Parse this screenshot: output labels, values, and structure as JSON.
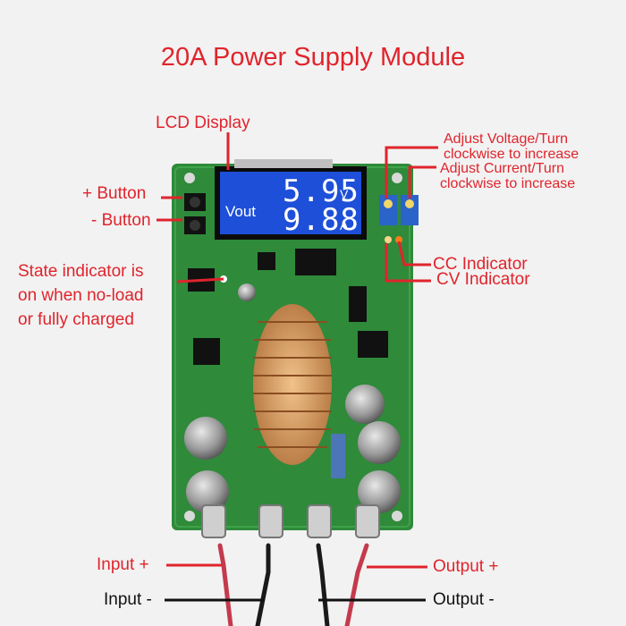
{
  "title": "20A Power Supply Module",
  "lcd": {
    "label_vout": "Vout",
    "voltage": "5.95",
    "voltage_unit": "V",
    "current": "9.88",
    "current_unit": "A"
  },
  "labels": {
    "lcd_display": "LCD Display",
    "plus_button": "+ Button",
    "minus_button": "- Button",
    "state_indicator": [
      "State indicator is",
      "on when no-load",
      "or fully charged"
    ],
    "adjust_voltage": [
      "Adjust Voltage/Turn",
      "clockwise to increase"
    ],
    "adjust_current": [
      "Adjust Current/Turn",
      "clockwise to increase"
    ],
    "cc_indicator": "CC Indicator",
    "cv_indicator": "CV Indicator",
    "input_plus": "Input +",
    "input_minus": "Input -",
    "output_plus": "Output +",
    "output_minus": "Output -"
  },
  "colors": {
    "accent_red": "#e0242c",
    "pcb_green": "#2f8a3a",
    "lcd_blue": "#1e4fd8",
    "background": "#f2f2f2"
  }
}
